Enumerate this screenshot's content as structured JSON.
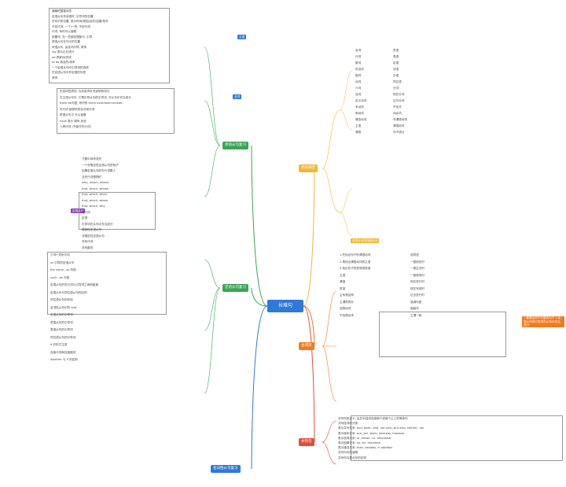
{
  "center": {
    "label": "长难句"
  },
  "branches": [
    {
      "label": "状语从句复习",
      "color": "#3aa555"
    },
    {
      "label": "定语从句复习",
      "color": "#3aa555"
    },
    {
      "label": "名词性从句复习",
      "color": "#2f79d8"
    },
    {
      "label": "完形填空",
      "color": "#f2b733"
    },
    {
      "label": "主谓宾",
      "color": "#f07b22"
    },
    {
      "label": "并列句",
      "color": "#e34c3a"
    }
  ],
  "tags": {
    "tag_blue": "主语",
    "tag_blue2": "名词",
    "tag_purple": "定语从句",
    "tag_orange_right": "1.都是结构不完整的句子 2.定语从句的引导词在从句中充当成分",
    "tag_green": "定语从句的特殊用法"
  },
  "left_top": [
    "通篇把握整体意",
    "定语从句作状语时, 引导词的位置",
    "在句中的位置, 表示时间/原因/目的/结果/条件",
    "不定代词, 一个/一些, 不定代词",
    "代词, 有时可以省略",
    "前置词, 在一些固定搭配中, 引导",
    "宾语从句在句中的位置",
    "状语从句, 由连词引导, 修饰",
    "ing 表示正在进行",
    "ed 表被动/完成",
    "to do 表目的/将来",
    "一个定语从句中引导词的选择",
    "在定语从句中作定语的句型",
    "修饰"
  ],
  "left_mid": [
    "形容词性质的, 为形容词补充说明的成分",
    "在主语从句中, 它是引导从句的引导词, 在从句中充当成分",
    "there be句型, 有时的 there exist/seem/remain",
    "先行词 被修饰的名词或代词",
    "宾语从句中 可以省略",
    "have 表示 拥有 状态",
    "人称代词 (不能作先行词)"
  ],
  "left_lower": [
    "只要中间有逗号",
    "一个非限定性定语从句的例子",
    "如果定语从句的先行词是人",
    "当先行词是物时",
    "who, whom, whose",
    "that, which, whose",
    "that, which, when",
    "that, which, where",
    "that, which, why",
    "先行词",
    "定语",
    "引导词在从句中充当成分",
    "限制性定语从句",
    "非限定性定语从句",
    "关系代词",
    "关系副词"
  ],
  "left_bottom": [
    "介词+关系代词",
    "as 引导的定语从句",
    "the same...as 句型",
    "such...as 句型",
    "定语从句的先行词与引导词之间的距离",
    "定语从句与同位语从句的区别",
    "同位语从句的作用",
    "名词性从句中的 that",
    "主语从句的引导词",
    "宾语从句的引导词",
    "表语从句的引导词",
    "同位语从句的引导词",
    "it 作形式主语",
    "连接代词和连接副词",
    "whether 与 if 的区别"
  ],
  "right_top": [
    "名词",
    "代词",
    "数词",
    "形容词",
    "副词",
    "动词",
    "介词",
    "连词",
    "实义动词",
    "系动词",
    "助动词",
    "情态动词",
    "主语",
    "谓语",
    "宾语",
    "表语",
    "定语",
    "状语",
    "补语",
    "同位语",
    "分词",
    "现在分词",
    "过去分词",
    "不定式",
    "动名词",
    "非谓语动词",
    "谓语动词",
    "句子成分"
  ],
  "right_mid": [
    "1.先找出句子的谓语动词",
    "2.再找出谓语动词的主语",
    "3.找出句子的宾语或表语",
    "主语",
    "谓语",
    "宾语",
    "主系表结构",
    "主谓宾宾补",
    "及物动词",
    "不及物动词",
    "双宾语",
    "一般现在时",
    "一般过去时",
    "一般将来时",
    "现在进行时",
    "现在完成时",
    "过去进行时",
    "强调句型",
    "倒装句",
    "主谓一致"
  ],
  "right_bottom": [
    "并列句的定义: 由并列连词连接两个或两个以上的简单句",
    "并列连词的分类",
    "表示并列关系: and, both...and, not only...but also, neither...nor",
    "表示转折关系: but, yet, while, whereas, however",
    "表示选择关系: or, either...or, otherwise",
    "表示因果关系: so, for, therefore",
    "表示递进关系: then, besides, in addition",
    "并列句中的省略",
    "并列句与复合句的区别"
  ]
}
